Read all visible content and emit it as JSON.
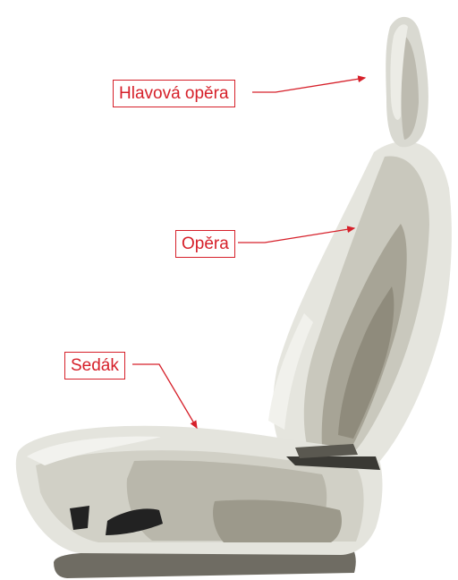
{
  "labels": {
    "headrest": "Hlavová opěra",
    "backrest": "Opěra",
    "seat": "Sedák"
  },
  "colors": {
    "label_red": "#d6202a",
    "seat_light": "#e4e4dd",
    "seat_mid": "#c9c8bd",
    "seat_shadow": "#a7a496",
    "seat_dark": "#8f8b7c",
    "mechanism": "#222222",
    "base": "#6f6c63"
  }
}
